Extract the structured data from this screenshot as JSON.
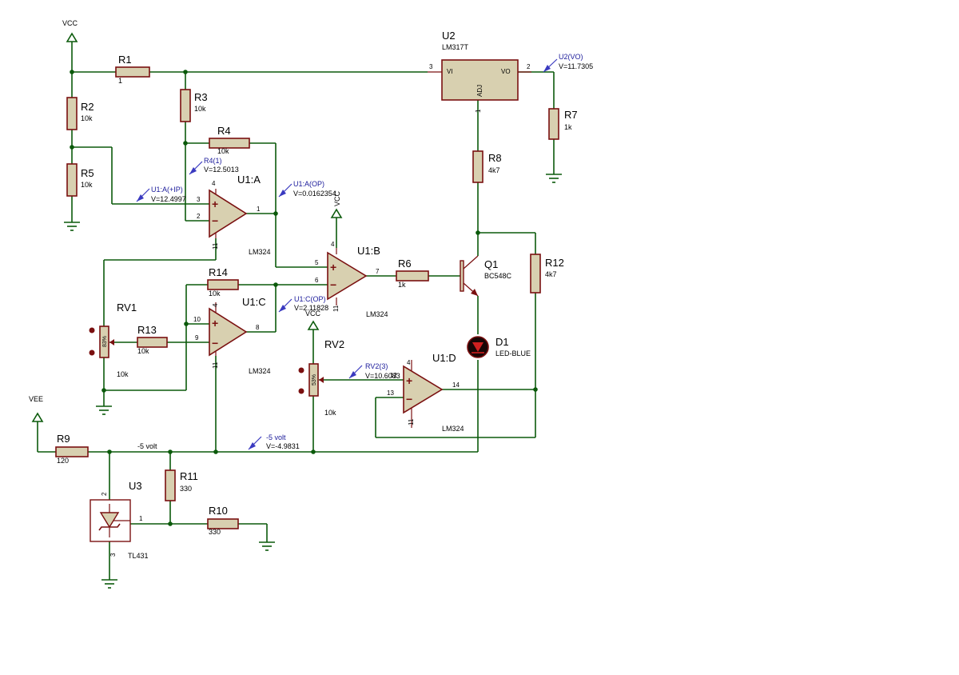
{
  "power": {
    "vcc": "VCC",
    "vee": "VEE",
    "neg_label": "-5 volt"
  },
  "parts": {
    "R1": {
      "ref": "R1",
      "value": "1"
    },
    "R2": {
      "ref": "R2",
      "value": "10k"
    },
    "R3": {
      "ref": "R3",
      "value": "10k"
    },
    "R4": {
      "ref": "R4",
      "value": "10k"
    },
    "R5": {
      "ref": "R5",
      "value": "10k"
    },
    "R6": {
      "ref": "R6",
      "value": "1k"
    },
    "R7": {
      "ref": "R7",
      "value": "1k"
    },
    "R8": {
      "ref": "R8",
      "value": "4k7"
    },
    "R9": {
      "ref": "R9",
      "value": "120"
    },
    "R10": {
      "ref": "R10",
      "value": "330"
    },
    "R11": {
      "ref": "R11",
      "value": "330"
    },
    "R12": {
      "ref": "R12",
      "value": "4k7"
    },
    "R13": {
      "ref": "R13",
      "value": "10k"
    },
    "R14": {
      "ref": "R14",
      "value": "10k"
    },
    "RV1": {
      "ref": "RV1",
      "value": "10k",
      "wiper": "83%"
    },
    "RV2": {
      "ref": "RV2",
      "value": "10k",
      "wiper": "53%"
    },
    "U1A": {
      "ref": "U1:A",
      "type": "LM324"
    },
    "U1B": {
      "ref": "U1:B",
      "type": "LM324"
    },
    "U1C": {
      "ref": "U1:C",
      "type": "LM324"
    },
    "U1D": {
      "ref": "U1:D",
      "type": "LM324"
    },
    "U2": {
      "ref": "U2",
      "type": "LM317T",
      "vi": "VI",
      "vo": "VO",
      "adj": "ADJ"
    },
    "U3": {
      "ref": "U3",
      "type": "TL431"
    },
    "Q1": {
      "ref": "Q1",
      "type": "BC548C"
    },
    "D1": {
      "ref": "D1",
      "type": "LED-BLUE"
    }
  },
  "probes": {
    "u2vo": {
      "name": "U2(VO)",
      "value": "V=11.7305"
    },
    "r4": {
      "name": "R4(1)",
      "value": "V=12.5013"
    },
    "u1aip": {
      "name": "U1:A(+IP)",
      "value": "V=12.4997"
    },
    "u1aop": {
      "name": "U1:A(OP)",
      "value": "V=0.0162354"
    },
    "u1cop": {
      "name": "U1:C(OP)",
      "value": "V=2.11828"
    },
    "rv2": {
      "name": "RV2(3)",
      "value": "V=10.6083"
    },
    "neg5": {
      "name": "-5 volt",
      "value": "V=-4.9831"
    }
  },
  "pins": {
    "u2_3": "3",
    "u2_2": "2",
    "u2_1": "1",
    "u1a_3": "3",
    "u1a_2": "2",
    "u1a_1": "1",
    "u1a_4": "4",
    "u1a_11": "11",
    "u1b_5": "5",
    "u1b_6": "6",
    "u1b_7": "7",
    "u1b_4": "4",
    "u1b_11": "11",
    "u1c_10": "10",
    "u1c_9": "9",
    "u1c_8": "8",
    "u1c_4": "4",
    "u1c_11": "11",
    "u1d_12": "12",
    "u1d_13": "13",
    "u1d_14": "14",
    "u1d_4": "4",
    "u1d_11": "11",
    "u3_2": "2",
    "u3_1": "1",
    "u3_3": "3"
  },
  "signs": {
    "plus": "+",
    "minus": "−"
  }
}
